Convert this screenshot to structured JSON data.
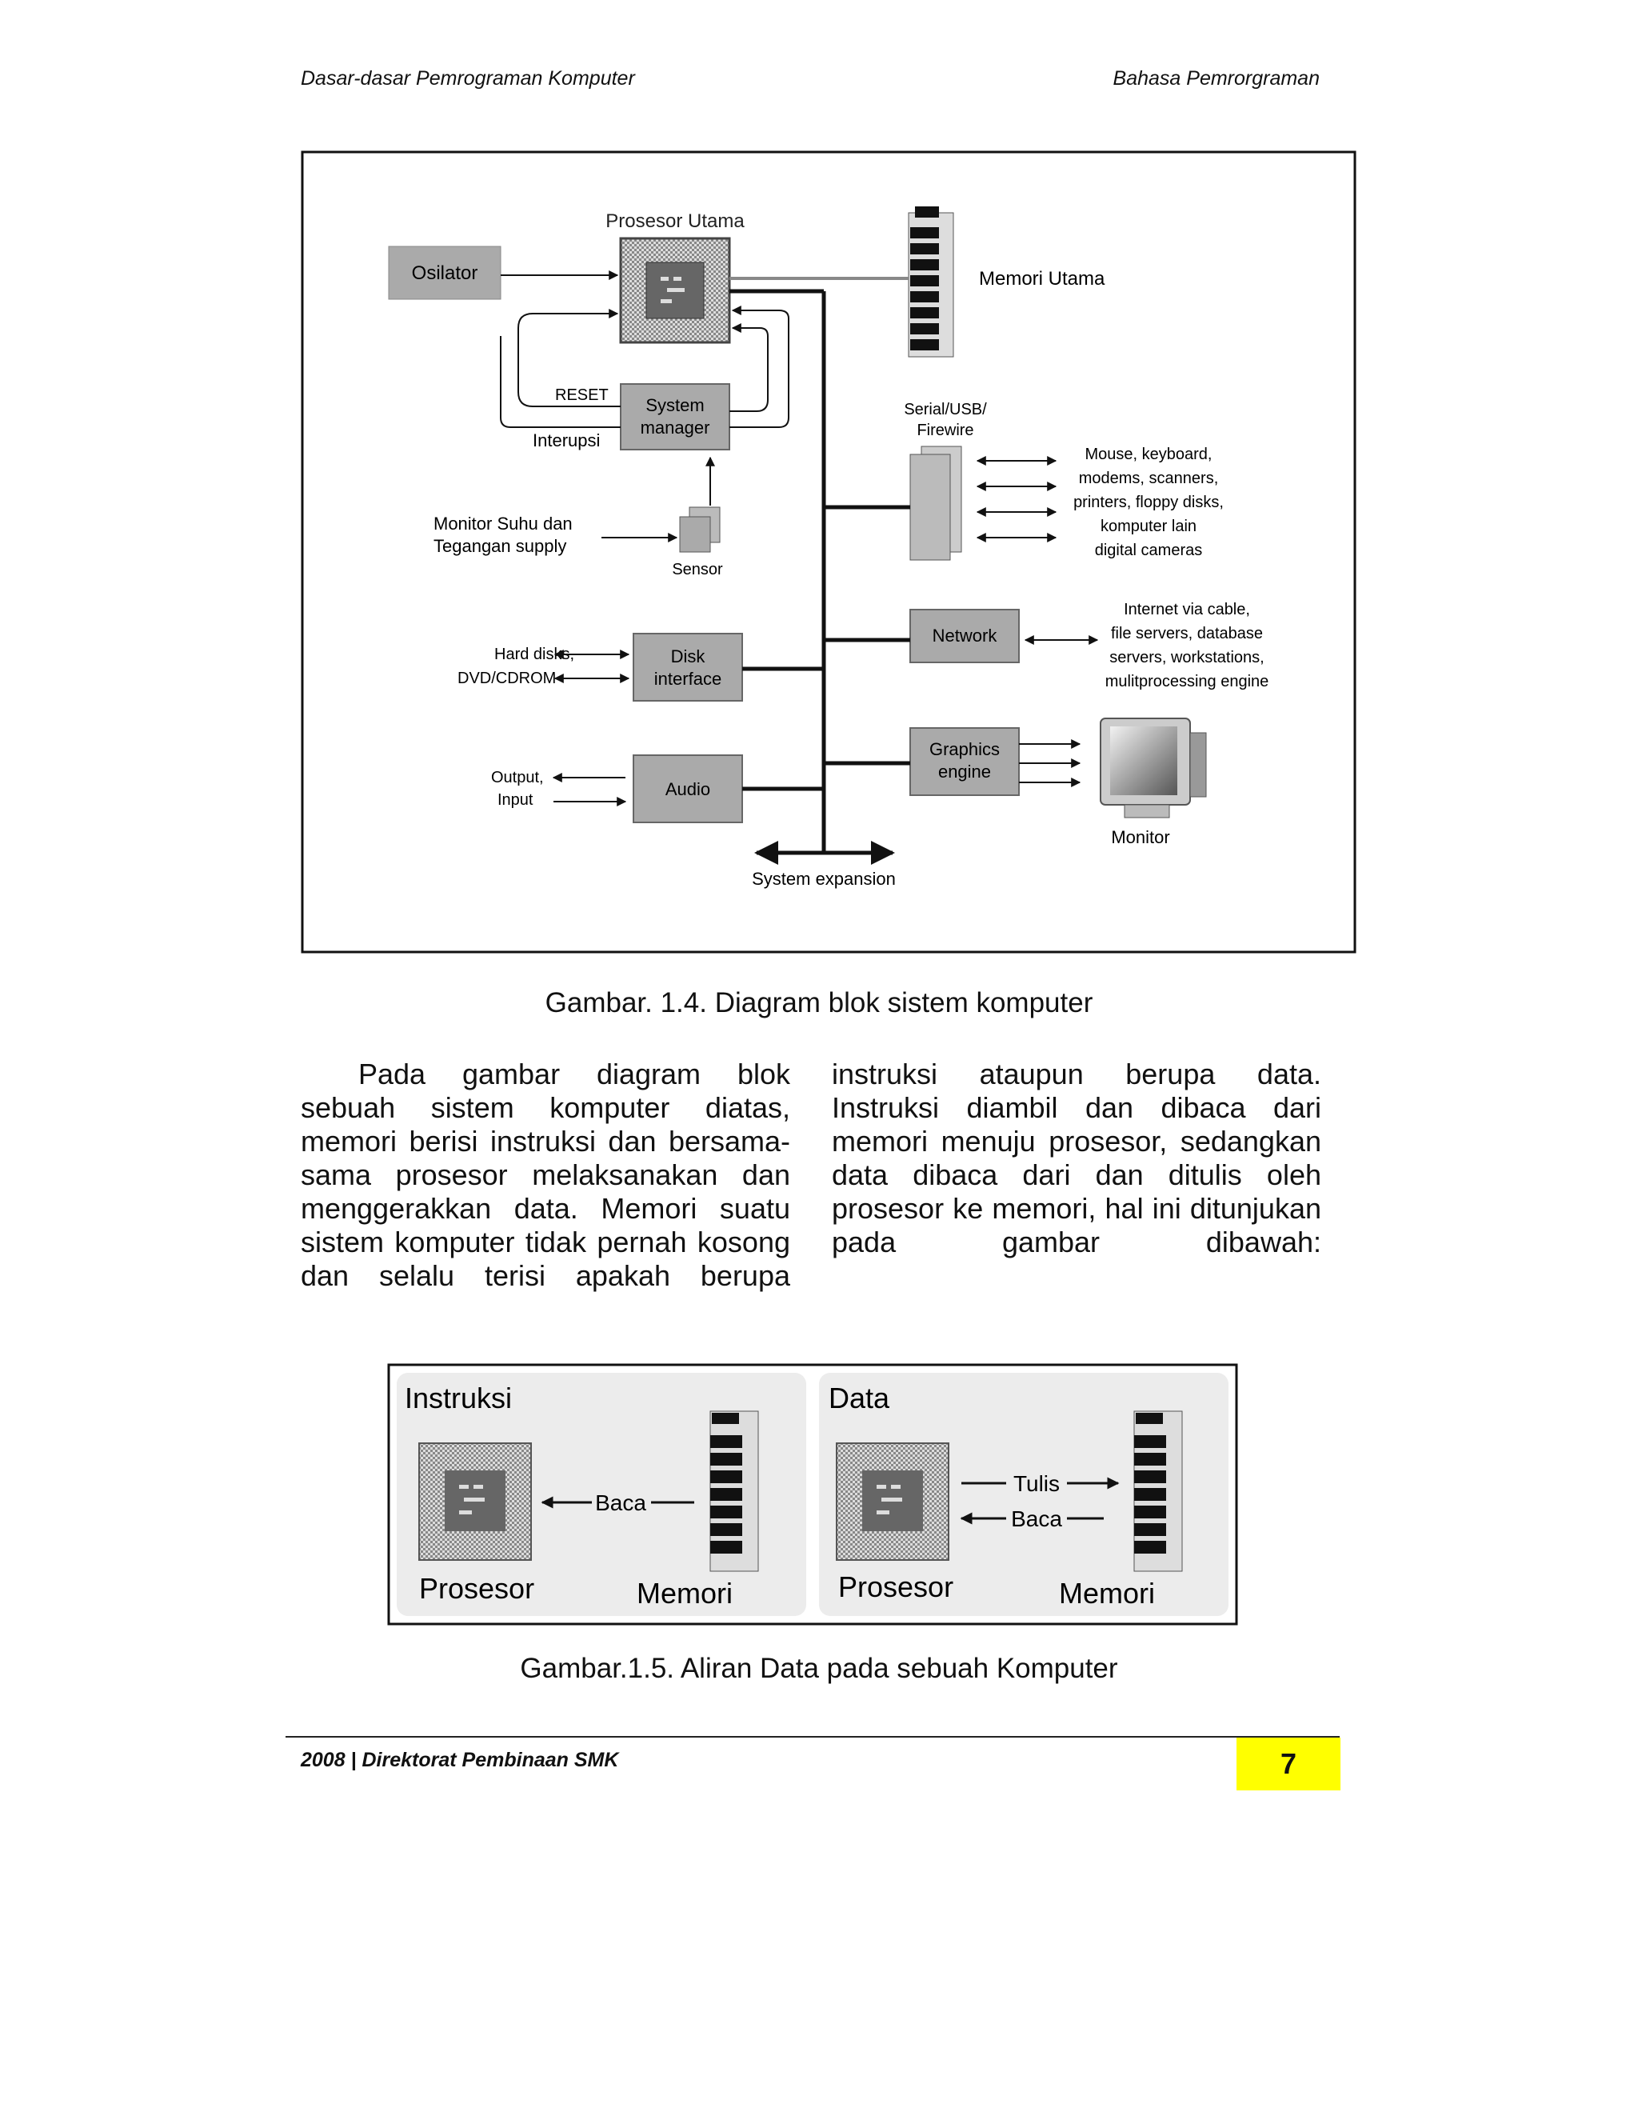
{
  "header": {
    "left": "Dasar-dasar Pemrograman Komputer",
    "right": "Bahasa Pemrorgraman"
  },
  "figure1": {
    "caption": "Gambar. 1.4. Diagram blok sistem komputer",
    "labels": {
      "processor": "Prosesor Utama",
      "oscillator": "Osilator",
      "main_memory": "Memori Utama",
      "reset": "RESET",
      "system_manager": [
        "System",
        "manager"
      ],
      "interrupt": "Interupsi",
      "monitor_temp": [
        "Monitor Suhu dan",
        "Tegangan supply"
      ],
      "sensor": "Sensor",
      "hard_disks": [
        "Hard disks,",
        "DVD/CDROM"
      ],
      "disk_interface": [
        "Disk",
        "interface"
      ],
      "output_input": [
        "Output,",
        "Input"
      ],
      "audio": "Audio",
      "system_expansion": "System expansion",
      "serial": [
        "Serial/USB/",
        "Firewire"
      ],
      "peripherals": [
        "Mouse, keyboard,",
        "modems, scanners,",
        "printers, floppy disks,",
        "komputer lain",
        "digital cameras"
      ],
      "network": "Network",
      "network_targets": [
        "Internet via cable,",
        "file servers, database",
        "servers, workstations,",
        "mulitprocessing engine"
      ],
      "graphics": [
        "Graphics",
        "engine"
      ],
      "monitor": "Monitor"
    }
  },
  "body": {
    "left_paragraph": "Pada gambar diagram blok sebuah sistem komputer diatas, memori berisi instruksi dan bersama-sama prosesor melaksanakan dan menggerakkan data. Memori suatu sistem komputer tidak pernah kosong dan selalu terisi apakah berupa",
    "right_paragraph": "instruksi ataupun berupa data. Instruksi diambil dan dibaca dari memori menuju prosesor, sedangkan data dibaca dari dan ditulis oleh prosesor ke memori, hal ini ditunjukan pada gambar dibawah:"
  },
  "figure2": {
    "caption": "Gambar.1.5.  Aliran Data pada sebuah Komputer",
    "panel_left": {
      "title": "Instruksi",
      "processor": "Prosesor",
      "memory": "Memori",
      "arrow": "Baca"
    },
    "panel_right": {
      "title": "Data",
      "processor": "Prosesor",
      "memory": "Memori",
      "write": "Tulis",
      "read": "Baca"
    }
  },
  "footer": {
    "text": "2008 | Direktorat Pembinaan SMK",
    "page": "7"
  }
}
